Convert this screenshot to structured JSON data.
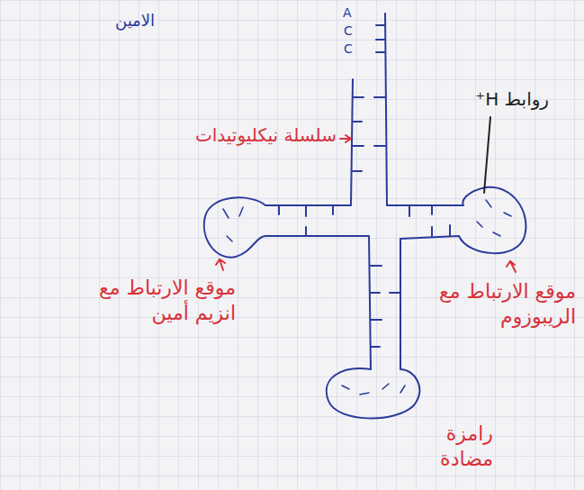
{
  "diagram": {
    "labels": [
      "الامين",
      "A",
      "C",
      "C",
      "سلسلة نيكليوتيدات",
      "روابط H⁺",
      "موقع الارتباط مع انزيم أمين",
      "موقع الارتباط مع الريبوزوم",
      "رامزة مضادة"
    ]
  }
}
